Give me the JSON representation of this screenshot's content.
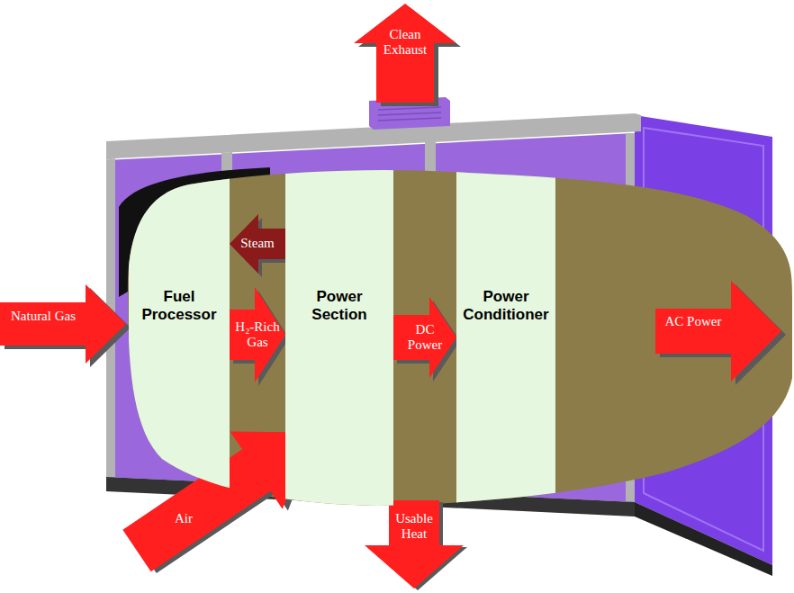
{
  "diagram": {
    "nodes": [
      {
        "text": [
          "Fuel Processor"
        ]
      },
      {
        "text": [
          "Power Section"
        ]
      },
      {
        "text": [
          "Power Conditioner"
        ]
      }
    ],
    "edges": [
      {
        "from": 1,
        "to": 0,
        "label": "Steam",
        "arrow": "to"
      },
      {
        "from": 0,
        "to": 1,
        "label": "H₂-Rich Gas",
        "arrow": "to"
      },
      {
        "from": 1,
        "to": 2,
        "label": "DC Power",
        "arrow": "to"
      }
    ],
    "labels": [
      "Clean Exhaust",
      "Natural Gas",
      "AC Power",
      "Air",
      "Usable Heat"
    ]
  }
}
